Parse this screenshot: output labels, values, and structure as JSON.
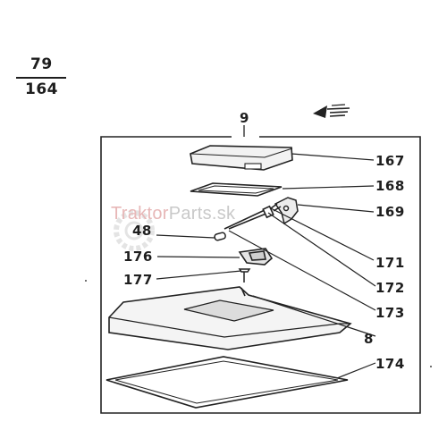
{
  "page_number": {
    "top": "79",
    "bottom": "164"
  },
  "watermark": {
    "brand": "Traktor",
    "suffix": "Parts.sk"
  },
  "callouts": {
    "c9": "9",
    "c167": "167",
    "c168": "168",
    "c169": "169",
    "c48": "48",
    "c171": "171",
    "c176": "176",
    "c172": "172",
    "c177": "177",
    "c173": "173",
    "c8": "8",
    "c174": "174"
  }
}
